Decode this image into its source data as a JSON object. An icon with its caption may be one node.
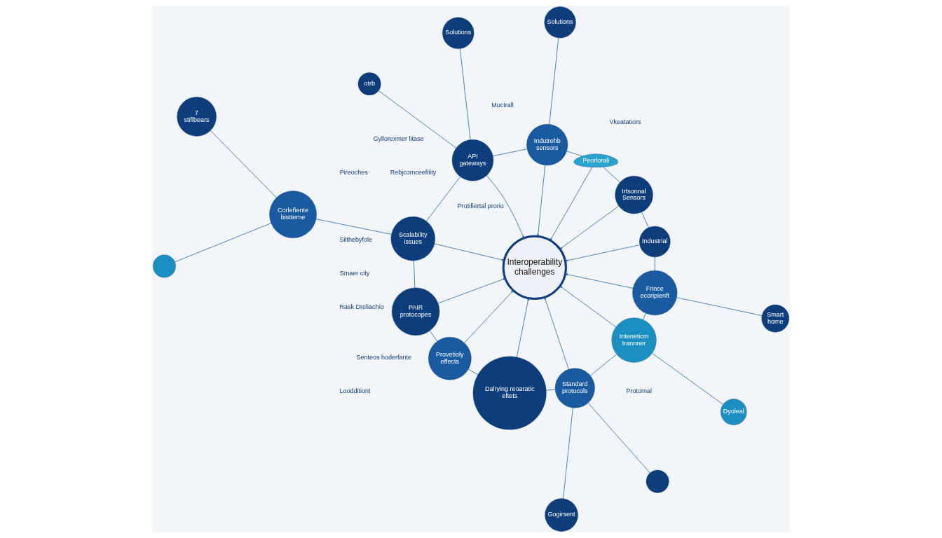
{
  "diagram": {
    "nodes": [
      {
        "text": [
          "Interoperability challenges"
        ]
      },
      {
        "text": [
          "Industrial"
        ]
      },
      {
        "text": [
          "Irtsonnal Sensors"
        ]
      },
      {
        "text": [
          "Peorlorali"
        ]
      },
      {
        "text": [
          "Indutrehb sensors"
        ]
      },
      {
        "text": [
          "API gateways"
        ]
      },
      {
        "text": [
          "Scalability issues"
        ]
      },
      {
        "text": [
          "PAIR protocopes"
        ]
      },
      {
        "text": [
          "Provetioly effects"
        ]
      },
      {
        "text": [
          "Dalrying reoaratic eftets"
        ]
      },
      {
        "text": [
          "Standard protocols"
        ]
      },
      {
        "text": [
          "Inteneticm trannner"
        ]
      },
      {
        "text": [
          "Frince ecoripienft"
        ]
      },
      {
        "text": [
          "Smart home"
        ]
      },
      {
        "text": [
          "Solutions"
        ]
      },
      {
        "text": [
          "Solutions"
        ]
      },
      {
        "text": [
          "Dyoleal"
        ]
      },
      {
        "text": [
          "otrb"
        ]
      },
      {
        "text": [
          "7 stiflbears"
        ]
      },
      {
        "text": [
          "Corleñente bistterne"
        ]
      },
      {
        "text": [
          "Gogirsent"
        ]
      },
      {
        "text": [],
        "shape": "circle"
      },
      {
        "text": [],
        "shape": "circle"
      }
    ],
    "edges": [
      {
        "from": 1,
        "to": 0,
        "arrow": "to"
      },
      {
        "from": 2,
        "to": 0,
        "arrow": "to"
      },
      {
        "from": 3,
        "to": 0,
        "arrow": "to"
      },
      {
        "from": 4,
        "to": 0,
        "arrow": "to"
      },
      {
        "from": 5,
        "to": 0,
        "arrow": "to"
      },
      {
        "from": 6,
        "to": 0,
        "arrow": "to"
      },
      {
        "from": 7,
        "to": 0,
        "arrow": "to"
      },
      {
        "from": 8,
        "to": 0,
        "arrow": "to"
      },
      {
        "from": 9,
        "to": 0,
        "arrow": "to"
      },
      {
        "from": 10,
        "to": 0,
        "arrow": "to"
      },
      {
        "from": 11,
        "to": 0,
        "arrow": "to"
      },
      {
        "from": 12,
        "to": 0,
        "arrow": "to"
      },
      {
        "from": 1,
        "to": 2,
        "arrow": "none"
      },
      {
        "from": 2,
        "to": 3,
        "arrow": "none"
      },
      {
        "from": 3,
        "to": 4,
        "arrow": "none"
      },
      {
        "from": 4,
        "to": 5,
        "arrow": "none"
      },
      {
        "from": 5,
        "to": 6,
        "arrow": "none"
      },
      {
        "from": 6,
        "to": 7,
        "arrow": "none"
      },
      {
        "from": 7,
        "to": 8,
        "arrow": "none"
      },
      {
        "from": 8,
        "to": 9,
        "arrow": "none"
      },
      {
        "from": 9,
        "to": 10,
        "arrow": "none"
      },
      {
        "from": 10,
        "to": 11,
        "arrow": "none"
      },
      {
        "from": 11,
        "to": 12,
        "arrow": "none"
      },
      {
        "from": 12,
        "to": 1,
        "arrow": "none"
      },
      {
        "from": 13,
        "to": 12,
        "arrow": "none"
      },
      {
        "from": 4,
        "to": 14,
        "arrow": "none"
      },
      {
        "from": 5,
        "to": 15,
        "arrow": "none"
      },
      {
        "from": 16,
        "to": 11,
        "arrow": "none"
      },
      {
        "from": 5,
        "to": 17,
        "arrow": "none"
      },
      {
        "from": 6,
        "to": 19,
        "arrow": "none"
      },
      {
        "from": 19,
        "to": 18,
        "arrow": "none"
      },
      {
        "from": 19,
        "to": 22,
        "arrow": "none"
      },
      {
        "from": 10,
        "to": 20,
        "arrow": "none"
      },
      {
        "from": 21,
        "to": 10,
        "arrow": "none"
      }
    ],
    "labels": [
      "Vkeatatiors",
      "Protornal",
      "Silthebyfole",
      "Muctrall",
      "Protifiertal prorio",
      "Rebjcomceefility",
      "Gyllorexmer litase",
      "Smaer city",
      "Senteos hoderfante",
      "Rask Dreliachio",
      "Loodditiont",
      "Pireoches"
    ]
  }
}
